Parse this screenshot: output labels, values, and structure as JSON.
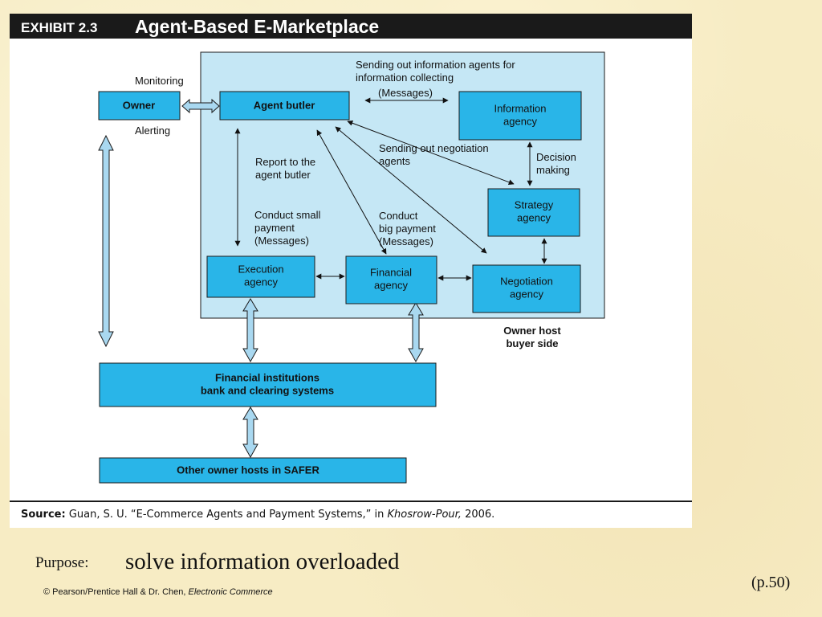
{
  "exhibit": {
    "number": "EXHIBIT 2.3",
    "title": "Agent-Based E-Marketplace",
    "source_prefix": "Source:",
    "source_text_1": " Guan, S. U. “E-Commerce Agents and Payment Systems,” in ",
    "source_italic": "Khosrow-Pour,",
    "source_text_2": " 2006."
  },
  "diagram": {
    "nodes": {
      "owner": {
        "lines": [
          "Owner"
        ]
      },
      "agent_butler": {
        "lines": [
          "Agent butler"
        ]
      },
      "information_agency": {
        "lines": [
          "Information",
          "agency"
        ]
      },
      "strategy_agency": {
        "lines": [
          "Strategy",
          "agency"
        ]
      },
      "execution_agency": {
        "lines": [
          "Execution",
          "agency"
        ]
      },
      "financial_agency": {
        "lines": [
          "Financial",
          "agency"
        ]
      },
      "negotiation_agency": {
        "lines": [
          "Negotiation",
          "agency"
        ]
      },
      "financial_institutions": {
        "lines": [
          "Financial institutions",
          "bank and clearing systems"
        ]
      },
      "other_owner_hosts": {
        "lines": [
          "Other owner hosts in SAFER"
        ]
      }
    },
    "labels": {
      "monitoring": [
        "Monitoring"
      ],
      "alerting": [
        "Alerting"
      ],
      "sending_info_agents": [
        "Sending out information agents for",
        "information collecting"
      ],
      "messages_top": [
        "(Messages)"
      ],
      "report": [
        "Report to the",
        "agent butler"
      ],
      "sending_negotiation": [
        "Sending out negotiation",
        "agents"
      ],
      "decision": [
        "Decision",
        "making"
      ],
      "small_payment": [
        "Conduct small",
        "payment",
        "(Messages)"
      ],
      "big_payment": [
        "Conduct",
        "big payment",
        "(Messages)"
      ],
      "owner_host": [
        "Owner host",
        "buyer side"
      ]
    }
  },
  "slide": {
    "purpose_label": "Purpose:",
    "purpose_text": "solve information overloaded",
    "page_ref": "(p.50)",
    "copyright_prefix": "© Pearson/Prentice Hall & ",
    "copyright_author": "Dr. Chen, ",
    "copyright_book": "Electronic Commerce"
  },
  "colors": {
    "region_fill": "#c5e7f5",
    "box_fill": "#29b5e8",
    "box_stroke": "#1a1a1a",
    "arrow_fill": "#a9d8f0",
    "header_bg": "#1a1a1a"
  }
}
